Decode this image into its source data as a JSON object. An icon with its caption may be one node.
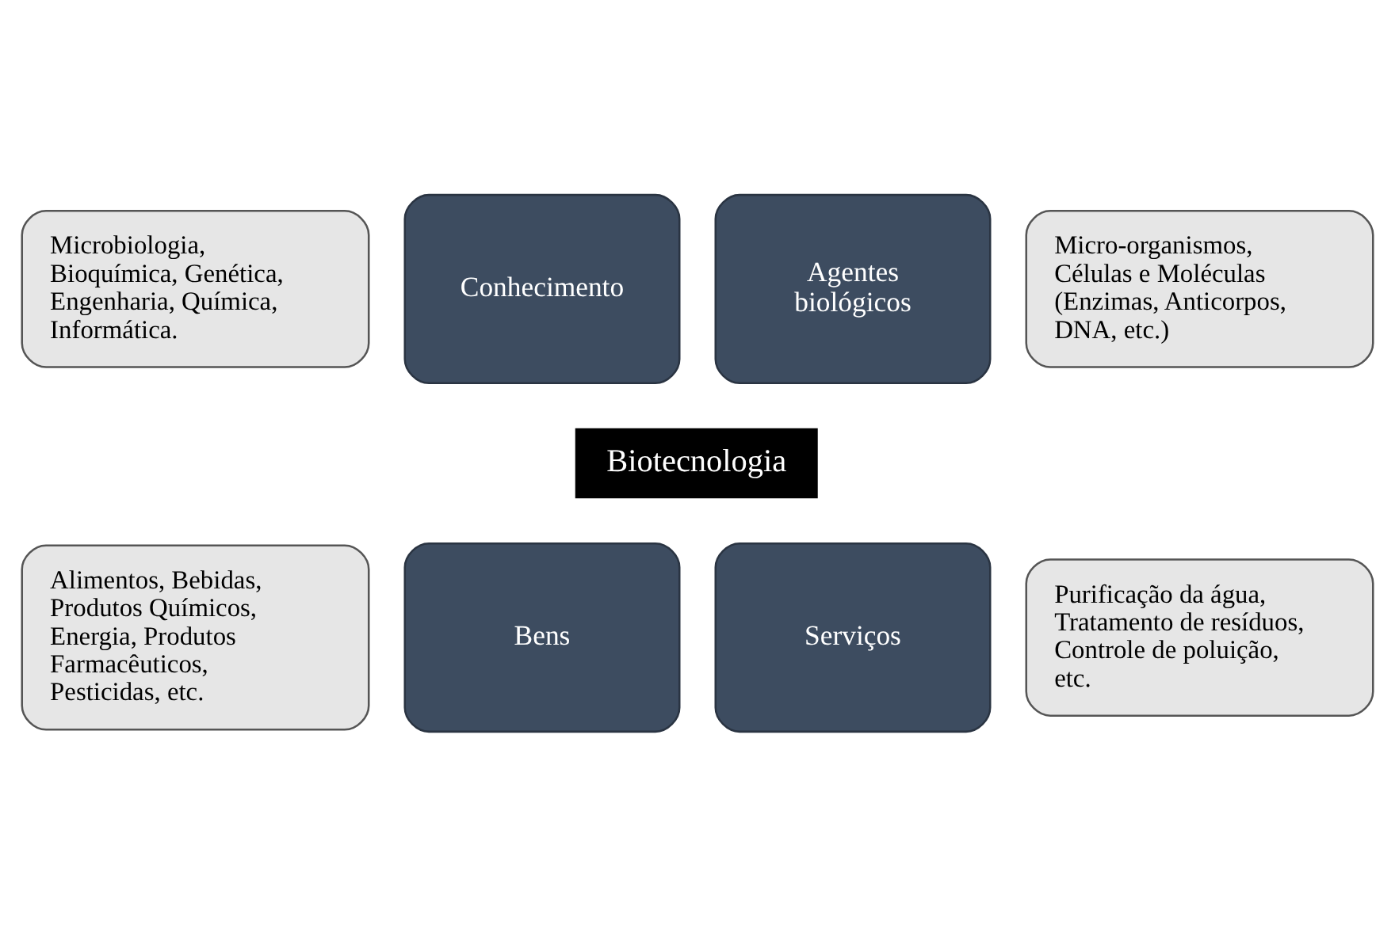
{
  "diagram": {
    "nodes": [
      {
        "text": [
          "Microbiologia, Bioquímica, Genética, Engenharia, Química, Informática."
        ]
      },
      {
        "text": [
          "Micro-organismos, Células e Moléculas (Enzimas, Anticorpos, DNA, etc.)"
        ]
      },
      {
        "text": [
          "Conhecimento"
        ]
      },
      {
        "text": [
          "Agentes biológicos"
        ]
      },
      {
        "text": [
          "Biotecnologia"
        ]
      },
      {
        "text": [
          "Bens"
        ]
      },
      {
        "text": [
          "Serviços"
        ]
      },
      {
        "text": [
          "Alimentos, Bebidas, Produtos Químicos, Energia, Produtos Farmacêuticos, Pesticidas, etc."
        ]
      },
      {
        "text": [
          "Purificação da água, Tratamento de resíduos, Controle de poluição, etc."
        ]
      }
    ]
  }
}
